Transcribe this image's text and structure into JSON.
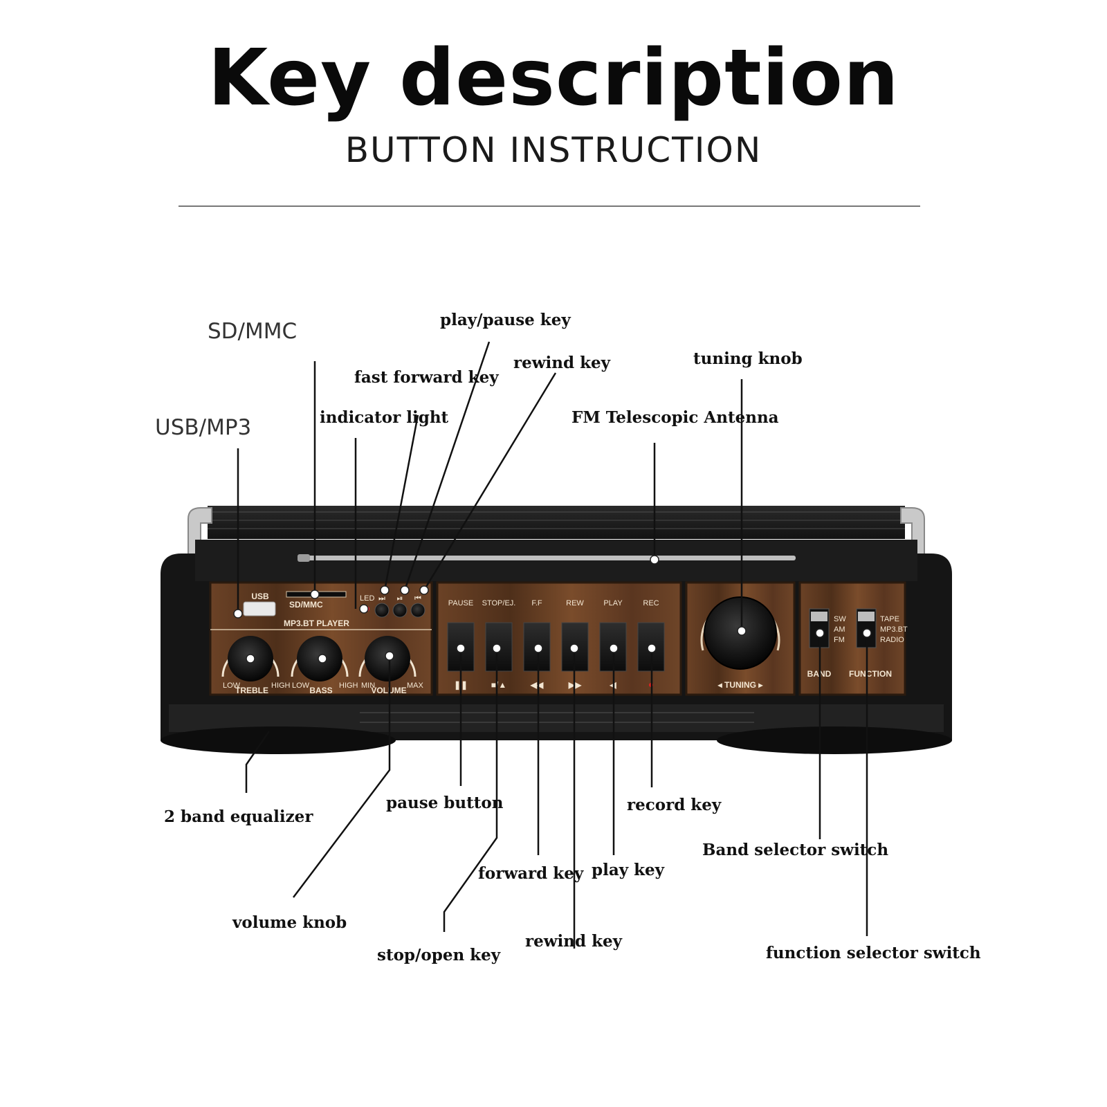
{
  "header": {
    "title": "Key description",
    "subtitle": "BUTTON INSTRUCTION"
  },
  "colors": {
    "body": "#141414",
    "wood": "#5e3a22",
    "wood_light": "#8a5a36",
    "panel_text": "#f3e6d2",
    "leader": "#111111"
  },
  "callouts": {
    "sd_mmc": "SD/MMC",
    "usb_mp3": "USB/MP3",
    "play_pause_key": "play/pause key",
    "fast_forward_key": "fast forward key",
    "rewind_key_top": "rewind key",
    "indicator_light": "indicator light",
    "tuning_knob": "tuning knob",
    "fm_antenna": "FM Telescopic Antenna",
    "two_band_eq": "2 band equalizer",
    "pause_button": "pause button",
    "record_key": "record key",
    "band_selector": "Band selector switch",
    "forward_key": "forward key",
    "play_key": "play key",
    "volume_knob": "volume knob",
    "rewind_key_bottom": "rewind key",
    "stop_open_key": "stop/open key",
    "function_selector": "function selector switch"
  },
  "panel": {
    "usb": "USB",
    "sdmmc": "SD/MMC",
    "led": "LED",
    "mp3bt": "MP3.BT PLAYER",
    "low1": "LOW",
    "high1": "HIGH",
    "treble": "TREBLE",
    "low2": "LOW",
    "high2": "HIGH",
    "bass": "BASS",
    "min": "MIN",
    "max": "MAX",
    "volume": "VOLUME",
    "pause": "PAUSE",
    "stop": "STOP/EJ.",
    "ff": "F.F",
    "rew": "REW",
    "play": "PLAY",
    "rec": "REC",
    "tuning": "◂ TUNING ▸",
    "sw": "SW",
    "am": "AM",
    "fm": "FM",
    "tape": "TAPE",
    "mp3bt_sw": "MP3.BT",
    "radio": "RADIO",
    "band": "BAND",
    "function": "FUNCTION"
  }
}
